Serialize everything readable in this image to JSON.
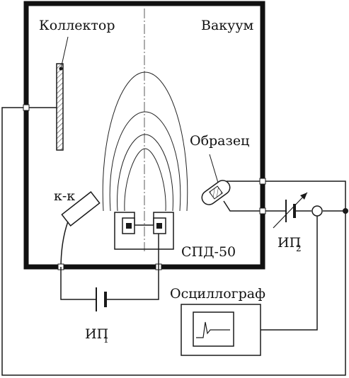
{
  "labels": {
    "collector": "Коллектор",
    "vacuum": "Вакуум",
    "sample": "Образец",
    "cathode": "к-к",
    "thruster": "СПД-50",
    "oscilloscope": "Осциллограф",
    "psu1": "ИП",
    "psu1_sub": "1",
    "psu2": "ИП",
    "psu2_sub": "2"
  },
  "colors": {
    "ink": "#1a1a1a",
    "background": "#ffffff"
  }
}
